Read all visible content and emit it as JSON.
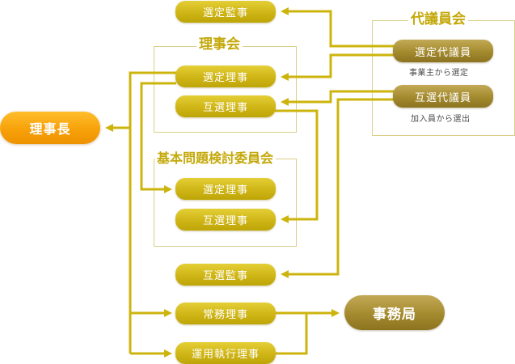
{
  "groups": {
    "delegates": "代議員会",
    "board": "理事会",
    "committee": "基本問題検討委員会"
  },
  "nodes": {
    "chairman": "理事長",
    "appointed_auditor": "選定監事",
    "board_appointed_director": "選定理事",
    "board_elected_director": "互選理事",
    "committee_appointed_director": "選定理事",
    "committee_elected_director": "互選理事",
    "elected_auditor": "互選監事",
    "executive_director": "常務理事",
    "operations_director": "運用執行理事",
    "secretariat": "事務局",
    "appointed_delegates": "選定代議員",
    "elected_delegates": "互選代議員"
  },
  "notes": {
    "appointed_delegates": "事業主から選定",
    "elected_delegates": "加入員から選出"
  },
  "colors": {
    "connector": "#cdb40d",
    "node_yellow": "#cfb516",
    "node_brown": "#a48a2e",
    "node_orange": "#f7a10a",
    "group_title": "#c4a90b",
    "group_border": "#d9cf8a"
  }
}
